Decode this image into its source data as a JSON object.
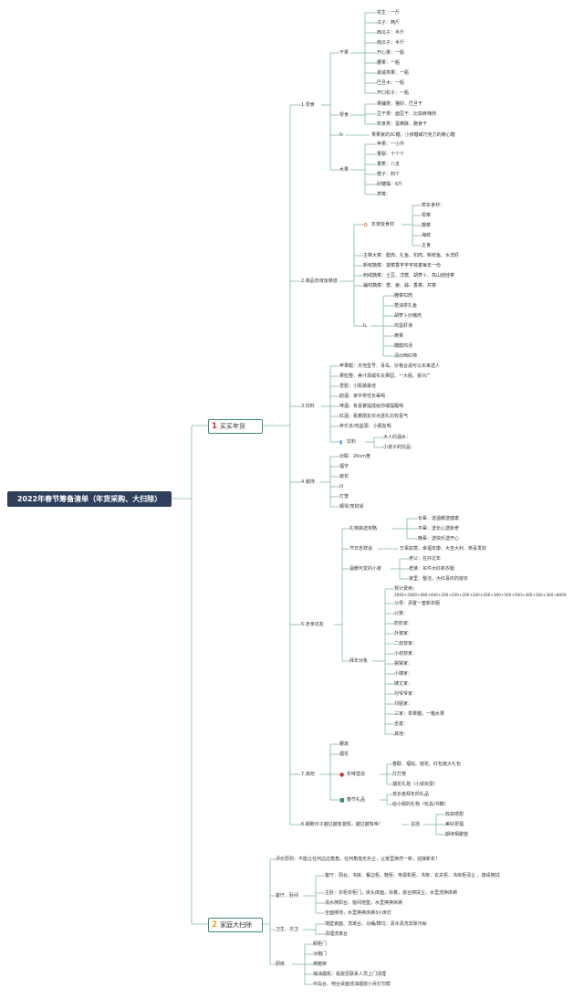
{
  "root": "2022年春节筹备清单（年货采购、大扫除）",
  "sections": [
    {
      "num": "1",
      "label": "买买年货",
      "color": "#d9342b"
    },
    {
      "num": "2",
      "label": "家庭大扫除",
      "color": "#e8a62c"
    }
  ],
  "connector_mark": "◦",
  "colors": {
    "line": "#7fb9a6",
    "root_bg": "#2f3f5c"
  },
  "nodes": {
    "snacks": "1.零食",
    "dried_fruit": "干果",
    "dried_items": [
      "花生：一斤",
      "瓜子：两斤",
      "西瓜子：半斤",
      "南瓜子：半斤",
      "开心果：一瓶",
      "腰果：一瓶",
      "夏威夷果：一瓶",
      "巴旦木：一瓶",
      "开口松子：一瓶"
    ],
    "snacks_cat": "零食",
    "snack_items": [
      "果脯类：猫砂、巴旦干",
      "豆干类：面豆干、比如麻辣肉",
      "软食类：蛋黄酥、脆食干"
    ],
    "fc_label": "fc",
    "fc_text": "果果家的3C糖，小孩糖或巧克力的精心糖",
    "fruit": "水果",
    "fruit_items": [
      "苹果：一小件",
      "香梨：十个个",
      "香蕉：八支",
      "橙子：四个",
      "砂糖橘：6斤",
      "草莓："
    ],
    "veg": "2.菜品年夜饭菜谱",
    "nyf": "年夜饭食材",
    "nyf_items": [
      "荤车食材：",
      "零菜",
      "蔬菜",
      "海鲜",
      "主食"
    ],
    "veg_items": [
      "主菜大菜：腊肉、扎鱼、扣肉、新鲜鱼、水洗虾",
      "新鲜蔬菜：菠菜香芋芋芋芫荽每年一份",
      "刺绒蔬菜：土豆、洋葱、胡萝卜、高山娃娃菜",
      "辅材蔬菜：葱、姜、蒜、香菜、芹菜"
    ],
    "dish_mark": "lL",
    "dish_items": [
      "腌菜扣肉",
      "葱油茶扎鱼",
      "胡萝卜炒猪肉",
      "鸡蛋虾滑",
      "黄菜",
      "糖醋鸡汤",
      "清炒西红柿"
    ],
    "drinks": "3.饮料",
    "drink_items": [
      "苹果醋：天地壹号、青岛、价格合适可以买来送人",
      "果粒橙：美汁源或农夫果园、一大瓶、受众广",
      "雪碧：小瓶装最佳",
      "韵酒：家中男性长辈喝",
      "啤酒：有喜宴提成给你或提醒喝",
      "红酒：看着朋友买点送礼比较喜气",
      "养乐多/鸡益源：小朋友喝"
    ],
    "drink_sub": "饮料",
    "drink_sub_items": [
      "大人的酒水：",
      "小孩子的饮品："
    ],
    "decor": "4.装饰",
    "decor_items": [
      "对联：20cm宽",
      "福字",
      "窗花",
      "lil",
      "灯笼",
      "钢琴/宠财桌"
    ],
    "social": "5.走亲访友",
    "gift": "礼物挑选攻略",
    "gift_items": [
      "长辈：送温暖送健康",
      "平辈：送长心送新奇",
      "晚辈：送快乐送开心"
    ],
    "greet": "节日吉祥话",
    "greet_text": "万事如意、幸福安康、大吉大利、恭喜发财",
    "visit": "温暖可爱的小家",
    "visit_items": [
      "老公：在外过年",
      "老婆：买件大红新衣服",
      "家里：整洁，大红喜庆的窗衣"
    ],
    "cost": "拜年对象",
    "budget_label": "预计费用：",
    "budget_values": "2000+2000+400+400+200+200+200+200+200+300+500+500+300+300+300+8000",
    "cost_items": [
      "父母：添置一套新衣服",
      "公婆：",
      "奶奶家：",
      "外婆家：",
      "二叔叔家：",
      "小叔叔家：",
      "舅舅家：",
      "小姨家：",
      "姨丈家：",
      "刘爷爷家：",
      "刘姐家：",
      "三家：草果糖，一箱水果",
      "舌富：",
      "其他："
    ],
    "other": "7.其他",
    "other_items": [
      "鞭炮",
      "烟花"
    ],
    "newyear": "年味营造",
    "newyear_items": [
      "春联、福帖、窗花、红包装大礼包",
      "灯灯笼",
      "烟花礼炮（小孩玩耍）"
    ],
    "spring_gift": "春节礼品",
    "spring_gift_items": [
      "孩长者拜年的礼品",
      "给小朋的礼物（玩具/书籍）"
    ],
    "festival": "6.期盼日子越过越有激情，越过越有味！",
    "festival_mid": "总括",
    "festival_items": [
      "收获感想",
      "美好祝福",
      "期待相聚望"
    ],
    "clean_intro": "评价原则：不能让任何边边角角，任何角落无灰尘，让家里焕然一新，迎接新年！",
    "livingroom": "客厅、卧间",
    "living_items": [
      "客厅：阳台、书房、餐边柜、鞋柜、电视机柜、书架、玄关柜、书房柜清尘 、旅桌擦拭",
      "主卧：衣柜衣柜门，床头床面，抖着，窗台擦拭尘，水里洗换床褥",
      "清水擦阳台、窗间地垫，水里换换床褥",
      "全面擦地，水里换换床褥3小床灯"
    ],
    "bathroom": "卫生、次卫",
    "bath_items": [
      "墙壁瓷面、洗漱台、马桶/蹲坑：清水清洗去除污垢",
      "清理洗漱台"
    ],
    "kitchen": "厨房",
    "kitchen_items": [
      "橱柜门",
      "冰箱门",
      "烤箱架",
      "抽油烟机：看能否联系人员上门清理",
      "中岛台、吧台桌面洗油烟放小兵打扫帮"
    ]
  }
}
